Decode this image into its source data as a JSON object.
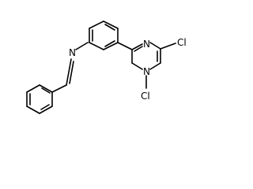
{
  "molecule": {
    "atoms": {
      "imine_n": "N",
      "pyrimidine_n1": "N",
      "pyrimidine_n3": "N",
      "chlorine_top": "Cl",
      "chlorine_bottom": "Cl"
    },
    "colors": {
      "bond": "#000000",
      "label": "#000000",
      "background": "#ffffff"
    }
  }
}
